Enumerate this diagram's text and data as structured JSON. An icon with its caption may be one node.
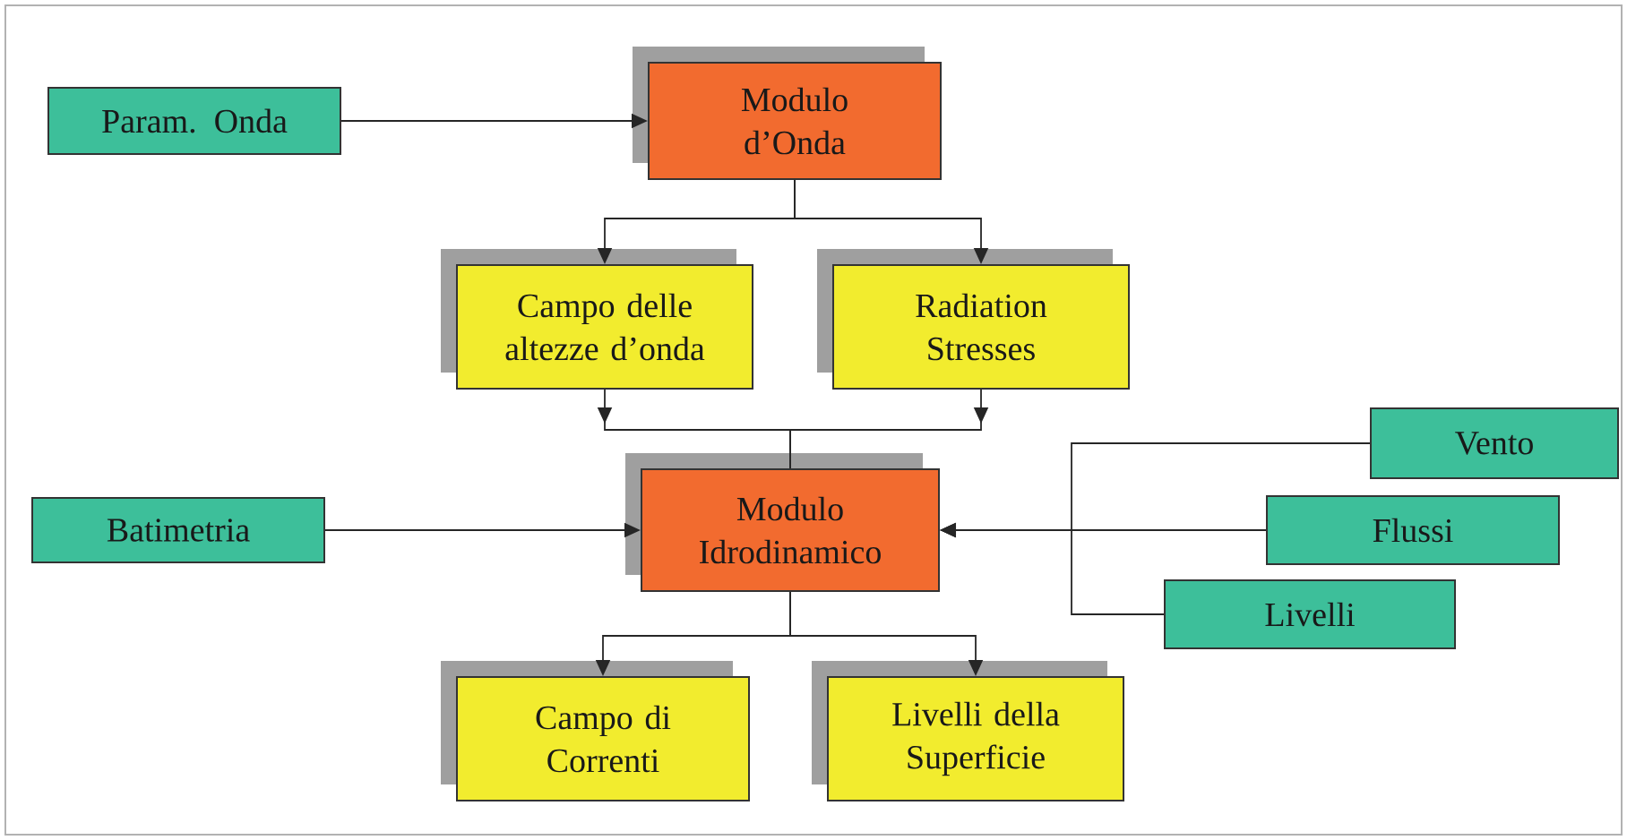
{
  "diagram": {
    "nodes": [
      {
        "text": [
          "Param. Onda"
        ]
      },
      {
        "text": [
          "Modulo d’Onda"
        ]
      },
      {
        "text": [
          "Campo delle altezze d’onda"
        ]
      },
      {
        "text": [
          "Radiation Stresses"
        ]
      },
      {
        "text": [
          "Batimetria"
        ]
      },
      {
        "text": [
          "Modulo Idrodinamico"
        ]
      },
      {
        "text": [
          "Vento"
        ]
      },
      {
        "text": [
          "Flussi"
        ]
      },
      {
        "text": [
          "Livelli"
        ]
      },
      {
        "text": [
          "Campo di Correnti"
        ]
      },
      {
        "text": [
          "Livelli della Superficie"
        ]
      }
    ],
    "edges": [
      {
        "from": 0,
        "to": 1,
        "arrow": "to"
      },
      {
        "from": 1,
        "to": 2,
        "arrow": "to"
      },
      {
        "from": 1,
        "to": 3,
        "arrow": "to"
      },
      {
        "from": 2,
        "to": 5,
        "arrow": "to"
      },
      {
        "from": 3,
        "to": 5,
        "arrow": "to"
      },
      {
        "from": 4,
        "to": 5,
        "arrow": "to"
      },
      {
        "from": 6,
        "to": 5,
        "arrow": "to"
      },
      {
        "from": 7,
        "to": 5,
        "arrow": "to"
      },
      {
        "from": 8,
        "to": 5,
        "arrow": "to"
      },
      {
        "from": 5,
        "to": 9,
        "arrow": "to"
      },
      {
        "from": 5,
        "to": 10,
        "arrow": "to"
      }
    ]
  }
}
